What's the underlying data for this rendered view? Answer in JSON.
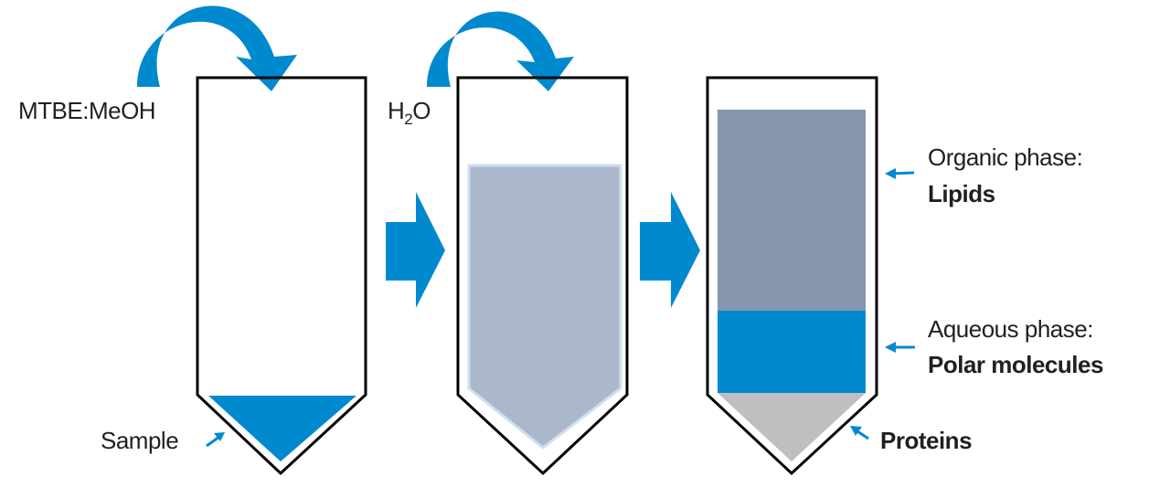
{
  "colors": {
    "accent": "#0089cf",
    "mixture": "#abb8cb",
    "mixture_edge": "#d0dff0",
    "organic": "#8596ae",
    "aqueous": "#0089cf",
    "proteins": "#bfbfbf",
    "outline": "#000000"
  },
  "labels": {
    "solvent": "MTBE:MeOH",
    "water_main": "H",
    "water_sub": "2",
    "water_tail": "O",
    "sample": "Sample",
    "organic_phase": "Organic phase:",
    "lipids": "Lipids",
    "aqueous_phase": "Aqueous phase:",
    "polar": "Polar molecules",
    "proteins": "Proteins"
  }
}
